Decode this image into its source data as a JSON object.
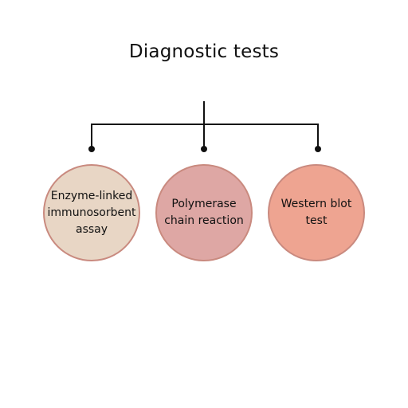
{
  "title": "Diagnostic tests",
  "tests": [
    {
      "label": "Enzyme-linked immunosorbent assay",
      "fill": "#e8d6c5"
    },
    {
      "label": "Polymerase chain reaction",
      "fill": "#dea7a4"
    },
    {
      "label": "Western blot test",
      "fill": "#eea491"
    }
  ],
  "colors": {
    "outline": "#c98a7f",
    "connector": "#111111"
  }
}
